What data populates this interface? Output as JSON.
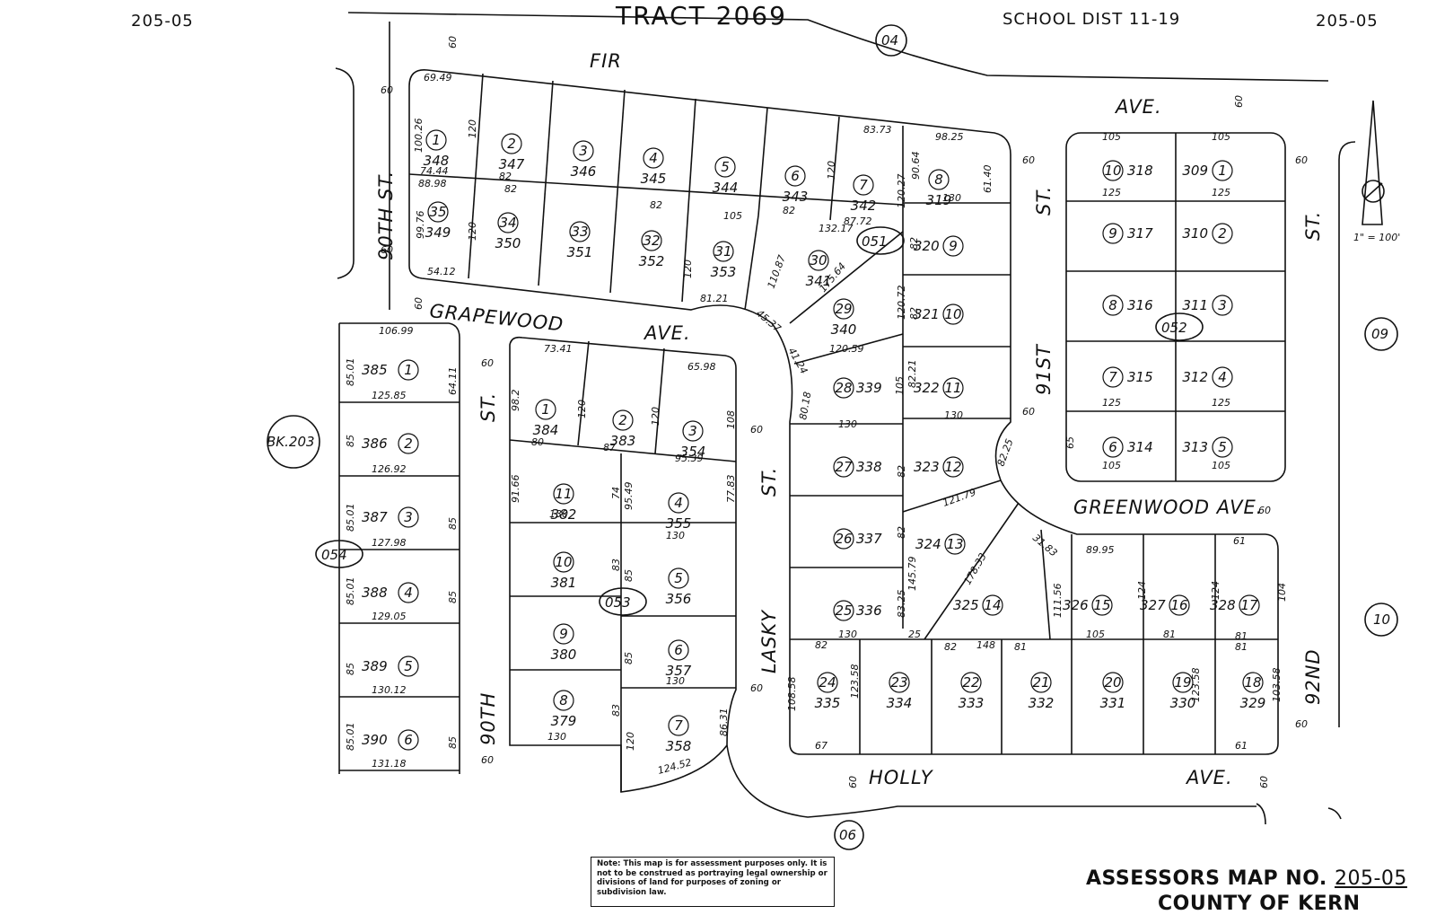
{
  "header": {
    "page_left": "205-05",
    "page_right": "205-05",
    "tract": "TRACT 2069",
    "school_district": "SCHOOL DIST 11-19"
  },
  "adjacent_pages": [
    "04",
    "09",
    "10",
    "06"
  ],
  "book_ref": "BK.203",
  "scale": "1\" = 100'",
  "streets": {
    "fir": "FIR",
    "fir_ave": "AVE.",
    "grapewood": "GRAPEWOOD",
    "grapewood_ave": "AVE.",
    "greenwood": "GREENWOOD AVE.",
    "holly": "HOLLY",
    "holly_ave": "AVE.",
    "st_90th_top": "90TH  ST.",
    "st_90th_bottom": "90TH",
    "st_90th_st": "ST.",
    "st_91st": "91ST",
    "st_91st_st": "ST.",
    "st_92nd": "92ND",
    "st_92nd_st": "ST.",
    "lasky": "LASKY",
    "lasky_st": "ST."
  },
  "block_numbers": [
    "051",
    "052",
    "053",
    "054"
  ],
  "parcels": {
    "block_051_north": [
      {
        "apn": "1",
        "lot": "348"
      },
      {
        "apn": "2",
        "lot": "347"
      },
      {
        "apn": "3",
        "lot": "346"
      },
      {
        "apn": "4",
        "lot": "345"
      },
      {
        "apn": "5",
        "lot": "344"
      },
      {
        "apn": "6",
        "lot": "343"
      },
      {
        "apn": "7",
        "lot": "342"
      },
      {
        "apn": "8",
        "lot": "319"
      }
    ],
    "block_051_south": [
      {
        "apn": "35",
        "lot": "349"
      },
      {
        "apn": "34",
        "lot": "350"
      },
      {
        "apn": "33",
        "lot": "351"
      },
      {
        "apn": "32",
        "lot": "352"
      },
      {
        "apn": "31",
        "lot": "353"
      },
      {
        "apn": "30",
        "lot": "341"
      },
      {
        "apn": "29",
        "lot": "340"
      }
    ],
    "block_051_east": [
      {
        "apn": "9",
        "lot": "320"
      },
      {
        "apn": "10",
        "lot": "321"
      },
      {
        "apn": "11",
        "lot": "322"
      },
      {
        "apn": "12",
        "lot": "323"
      },
      {
        "apn": "13",
        "lot": "324"
      },
      {
        "apn": "14",
        "lot": "325"
      },
      {
        "apn": "15",
        "lot": "326"
      },
      {
        "apn": "16",
        "lot": "327"
      },
      {
        "apn": "17",
        "lot": "328"
      }
    ],
    "block_051_lasky": [
      {
        "apn": "28",
        "lot": "339"
      },
      {
        "apn": "27",
        "lot": "338"
      },
      {
        "apn": "26",
        "lot": "337"
      },
      {
        "apn": "25",
        "lot": "336"
      }
    ],
    "block_051_holly": [
      {
        "apn": "24",
        "lot": "335"
      },
      {
        "apn": "23",
        "lot": "334"
      },
      {
        "apn": "22",
        "lot": "333"
      },
      {
        "apn": "21",
        "lot": "332"
      },
      {
        "apn": "20",
        "lot": "331"
      },
      {
        "apn": "19",
        "lot": "330"
      },
      {
        "apn": "18",
        "lot": "329"
      }
    ],
    "block_052": [
      {
        "apn": "10",
        "lot": "318"
      },
      {
        "apn": "1",
        "lot": "309"
      },
      {
        "apn": "9",
        "lot": "317"
      },
      {
        "apn": "2",
        "lot": "310"
      },
      {
        "apn": "8",
        "lot": "316"
      },
      {
        "apn": "3",
        "lot": "311"
      },
      {
        "apn": "7",
        "lot": "315"
      },
      {
        "apn": "4",
        "lot": "312"
      },
      {
        "apn": "6",
        "lot": "314"
      },
      {
        "apn": "5",
        "lot": "313"
      }
    ],
    "block_053": [
      {
        "apn": "1",
        "lot": "384"
      },
      {
        "apn": "2",
        "lot": "383"
      },
      {
        "apn": "3",
        "lot": "354"
      },
      {
        "apn": "11",
        "lot": "382"
      },
      {
        "apn": "4",
        "lot": "355"
      },
      {
        "apn": "10",
        "lot": "381"
      },
      {
        "apn": "5",
        "lot": "356"
      },
      {
        "apn": "9",
        "lot": "380"
      },
      {
        "apn": "6",
        "lot": "357"
      },
      {
        "apn": "8",
        "lot": "379"
      },
      {
        "apn": "7",
        "lot": "358"
      }
    ],
    "block_054": [
      {
        "apn": "1",
        "lot": "385"
      },
      {
        "apn": "2",
        "lot": "386"
      },
      {
        "apn": "3",
        "lot": "387"
      },
      {
        "apn": "4",
        "lot": "388"
      },
      {
        "apn": "5",
        "lot": "389"
      },
      {
        "apn": "6",
        "lot": "390"
      }
    ]
  },
  "dimensions": {
    "row_60": "60",
    "fir_69": "69.49",
    "d_100_26": "100.26",
    "d_120": "120",
    "d_74_44": "74.44",
    "d_82": "82",
    "d_88_98": "88.98",
    "d_99_76": "99.76",
    "d_54_12": "54.12",
    "d_83_73": "83.73",
    "d_98_25": "98.25",
    "d_61_40": "61.40",
    "d_90_64": "90.64",
    "d_120_27": "120.27",
    "d_130": "130",
    "d_105": "105",
    "d_132_17": "132.17",
    "d_87_72": "87.72",
    "d_110_87": "110.87",
    "d_175_64": "175.64",
    "d_120_72": "120.72",
    "d_81_21": "81.21",
    "d_45_37": "45.37",
    "d_41_24": "41.24",
    "d_120_59": "120.59",
    "d_80_18": "80.18",
    "d_82_21": "82.21",
    "d_121_79": "121.79",
    "d_82_25": "82.25",
    "d_145_79": "145.79",
    "d_178_33": "178.33",
    "d_31_83": "31.83",
    "d_89_95": "89.95",
    "d_111_56": "111.56",
    "d_124": "124",
    "d_61": "61",
    "d_104": "104",
    "d_148": "148",
    "d_81": "81",
    "d_123_58": "123.58",
    "d_103_58": "103.58",
    "d_108_58": "108.58",
    "d_67": "67",
    "d_25": "25",
    "d_83_25": "83.25",
    "d_125": "125",
    "d_65": "65",
    "d_106_99": "106.99",
    "d_85_01": "85.01",
    "d_64_11": "64.11",
    "d_125_85": "125.85",
    "d_126_92": "126.92",
    "d_127_98": "127.98",
    "d_129_05": "129.05",
    "d_130_12": "130.12",
    "d_131_18": "131.18",
    "d_85": "85",
    "d_73_41": "73.41",
    "d_65_98": "65.98",
    "d_98_2": "98.2",
    "d_80": "80",
    "d_87": "87",
    "d_95_39": "95.39",
    "d_108": "108",
    "d_91_66": "91.66",
    "d_74": "74",
    "d_95_49": "95.49",
    "d_77_83": "77.83",
    "d_83": "83",
    "d_86_31": "86.31",
    "d_124_52": "124.52"
  },
  "note": "Note: This map is for assessment purposes only. It is not to be construed as portraying legal ownership or divisions of land for purposes of zoning or subdivision law.",
  "assessor": {
    "title": "ASSESSORS MAP NO.",
    "number": "205-05",
    "county": "COUNTY OF KERN"
  }
}
